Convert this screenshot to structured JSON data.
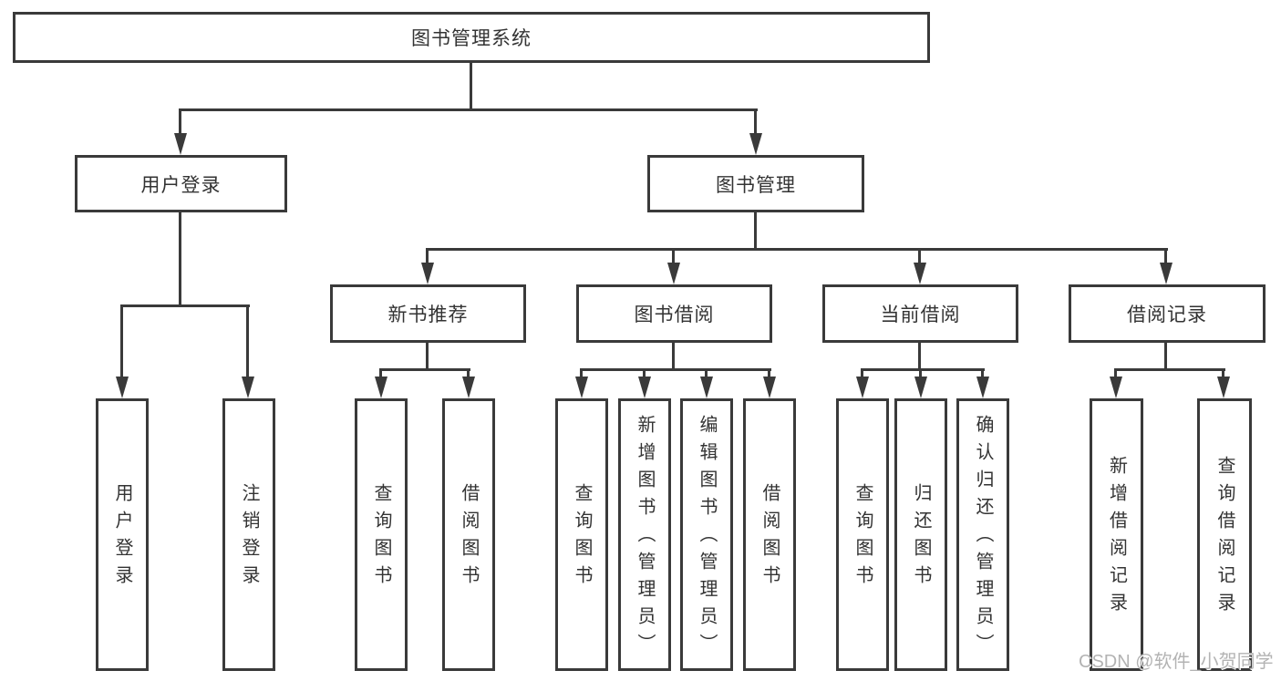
{
  "diagram": {
    "root_label": "图书管理系统",
    "level2": [
      "用户登录",
      "图书管理"
    ],
    "level3": [
      "新书推荐",
      "图书借阅",
      "当前借阅",
      "借阅记录"
    ],
    "leaves": {
      "user_login": [
        "用户登录",
        "注销登录"
      ],
      "new_book_rec": [
        "查询图书",
        "借阅图书"
      ],
      "book_borrow": [
        "查询图书",
        "新增图书（管理员）",
        "编辑图书（管理员）",
        "借阅图书"
      ],
      "current_borrow": [
        "查询图书",
        "归还图书",
        "确认归还（管理员）"
      ],
      "borrow_records": [
        "新增借阅记录",
        "查询借阅记录"
      ]
    }
  },
  "watermark": {
    "text": "CSDN @软件_小贺同学"
  },
  "colors": {
    "line": "#3a3a3a",
    "text": "#333333",
    "background": "#ffffff",
    "watermark": "#b3b3b3"
  }
}
